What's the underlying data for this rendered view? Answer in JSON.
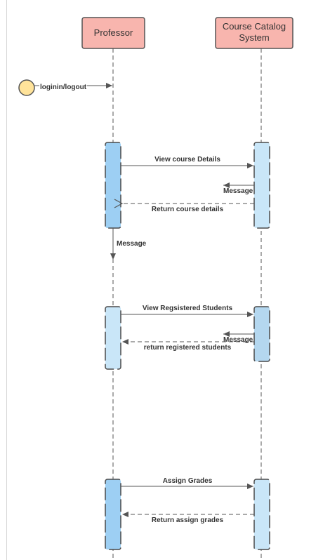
{
  "colors": {
    "actor_fill": "#f8b5ae",
    "actor_stroke": "#555555",
    "lifeline": "#555555",
    "activation_dark": "#9dcff3",
    "activation_light": "#c9e6f8",
    "activation_mid": "#b4d7ef",
    "activation_stroke": "#4a4a4a",
    "initial_node_fill": "#ffe39a",
    "arrow": "#555555",
    "text": "#333333"
  },
  "actors": {
    "professor": {
      "label": "Professor"
    },
    "catalog": {
      "label_line1": "Course Catalog",
      "label_line2": "System"
    }
  },
  "initial_node": {
    "label": "loginin/logout",
    "icon": "circle-initial-node"
  },
  "messages": {
    "view_course_details": "View  course Details",
    "message_1": "Message",
    "return_course_details": "Return course details",
    "message_2": "Message",
    "view_registered_students": "View Regsistered Students",
    "message_3": "Message",
    "return_registered_students": "return registered students",
    "assign_grades": "Assign  Grades",
    "return_assign_grades": "Return assign grades"
  }
}
